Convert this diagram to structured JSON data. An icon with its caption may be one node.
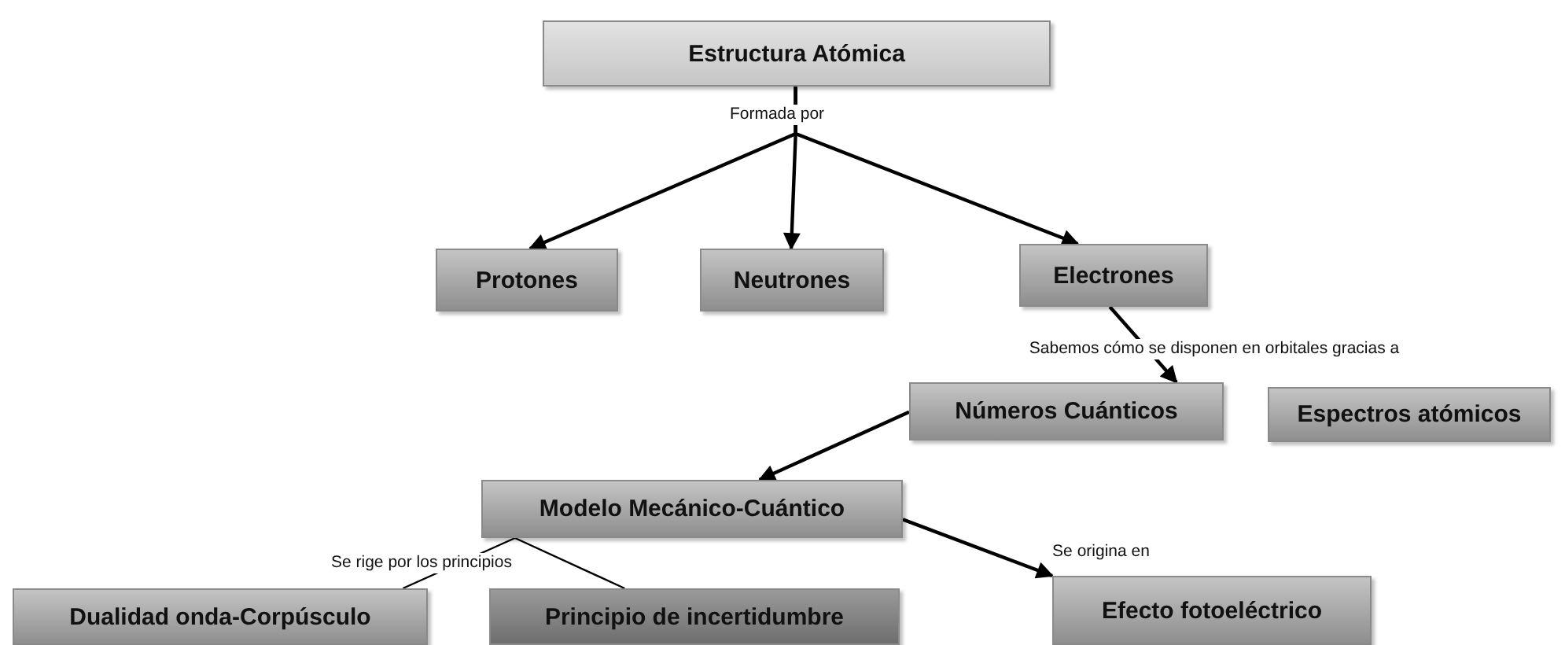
{
  "diagram": {
    "nodes": [
      {
        "text": [
          "Estructura Atómica"
        ]
      },
      {
        "text": [
          "Protones"
        ]
      },
      {
        "text": [
          "Neutrones"
        ]
      },
      {
        "text": [
          "Electrones"
        ]
      },
      {
        "text": [
          "Números Cuánticos"
        ]
      },
      {
        "text": [
          "Espectros atómicos"
        ]
      },
      {
        "text": [
          "Modelo Mecánico-Cuántico"
        ]
      },
      {
        "text": [
          "Dualidad onda-Corpúsculo"
        ]
      },
      {
        "text": [
          "Principio de incertidumbre"
        ]
      },
      {
        "text": [
          "Efecto fotoeléctrico"
        ]
      }
    ],
    "edges": [
      {
        "from": 0,
        "to": 1,
        "arrow": "to"
      },
      {
        "from": 0,
        "to": 2,
        "arrow": "to",
        "label": "Formada por"
      },
      {
        "from": 0,
        "to": 3,
        "arrow": "to"
      },
      {
        "from": 3,
        "to": 4,
        "arrow": "to",
        "label": "Sabemos cómo se disponen en orbitales gracias a"
      },
      {
        "from": 4,
        "to": 6,
        "arrow": "to"
      },
      {
        "from": 6,
        "to": 9,
        "arrow": "to",
        "label": "Se origina en"
      },
      {
        "from": 6,
        "to": 7,
        "arrow": "none",
        "label": "Se rige por los principios"
      },
      {
        "from": 6,
        "to": 8,
        "arrow": "none"
      }
    ]
  }
}
